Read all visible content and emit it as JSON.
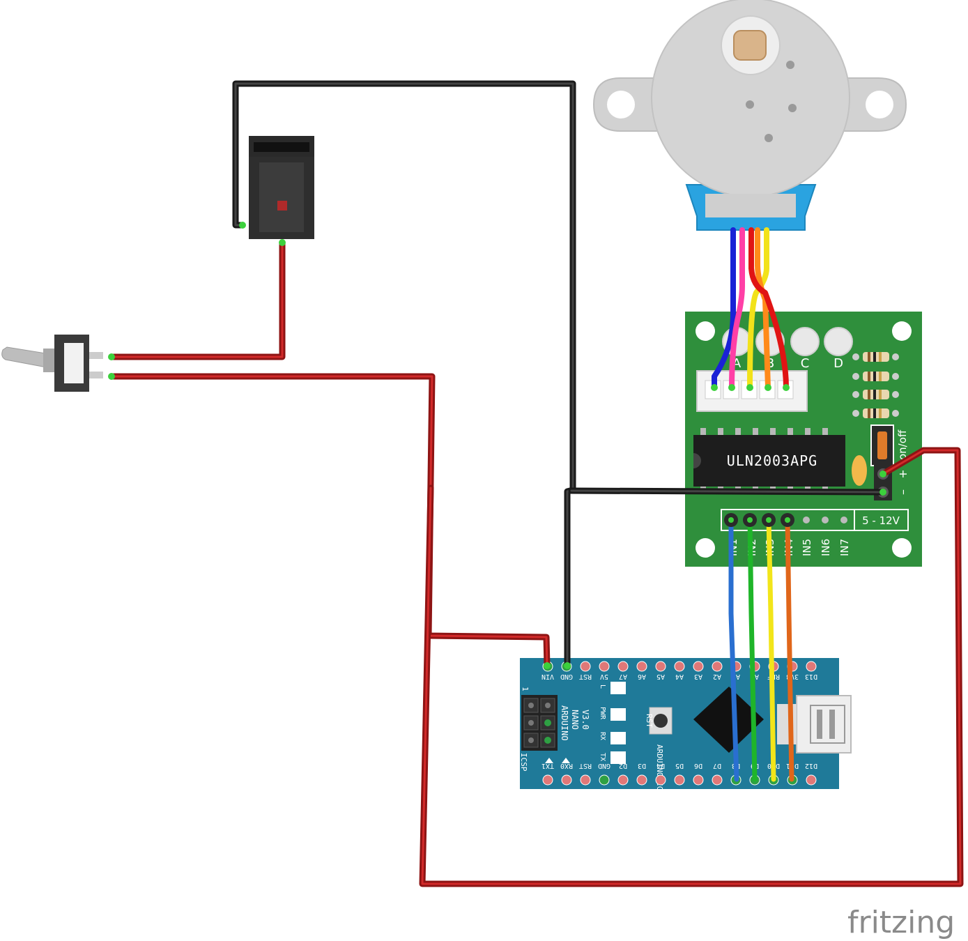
{
  "brand": {
    "logo_text": "fritzing"
  },
  "driver_board": {
    "chip_label": "ULN2003APG",
    "led_labels": [
      "A",
      "B",
      "C",
      "D"
    ],
    "voltage_label": "5 - 12V",
    "onoff_label": "on/off",
    "plus_label": "+",
    "minus_label": "–",
    "input_labels": [
      "IN1",
      "IN2",
      "IN3",
      "IN4",
      "IN5",
      "IN6",
      "IN7"
    ]
  },
  "arduino": {
    "name_lines": [
      "ARDUINO",
      "NANO",
      "V3.0"
    ],
    "website": "ARDUINO.CC",
    "icsp_label": "ICSP",
    "icsp_pin1": "1",
    "rst_button_label": "RST",
    "led_labels": [
      "L",
      "PWR",
      "RX",
      "TX"
    ],
    "top_pins": [
      "VIN",
      "GND",
      "RST",
      "5V",
      "A7",
      "A6",
      "A5",
      "A4",
      "A3",
      "A2",
      "A1",
      "A0",
      "REF",
      "3V3",
      "D13"
    ],
    "bottom_pins": [
      "TX1",
      "RX0",
      "RST",
      "GND",
      "D2",
      "D3",
      "D4",
      "D5",
      "D6",
      "D7",
      "D8",
      "D9",
      "D10",
      "D11",
      "D12"
    ]
  },
  "colors": {
    "wire_red": "#c01c1c",
    "wire_black": "#1a1a1a",
    "board_green": "#2f8f3c",
    "arduino_blue": "#1f7a99",
    "motor_gray": "#d0d0d0",
    "motor_blue": "#2aa3e0"
  }
}
